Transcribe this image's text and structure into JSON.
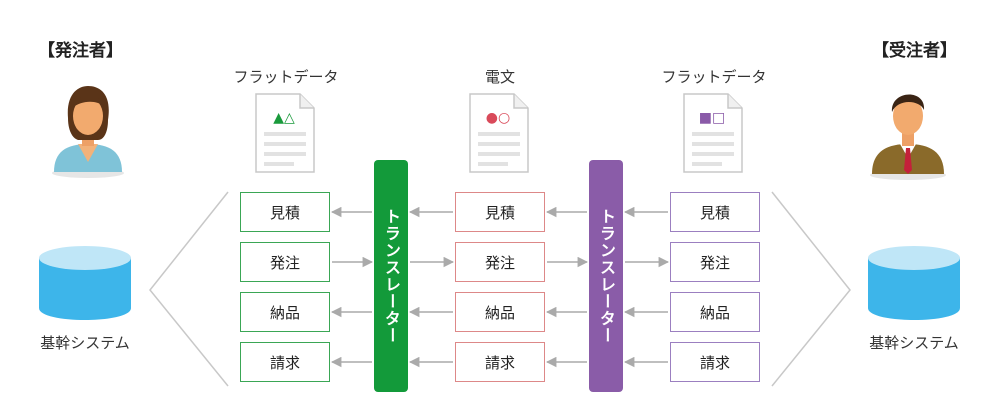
{
  "left_party": {
    "heading": "【発注者】",
    "system_label": "基幹システム"
  },
  "right_party": {
    "heading": "【受注者】",
    "system_label": "基幹システム"
  },
  "documents": {
    "left": {
      "label": "フラットデータ",
      "marks": "▲△",
      "color": "#1a9a3c"
    },
    "center": {
      "label": "電文",
      "marks": "●○",
      "color": "#d94a5a"
    },
    "right": {
      "label": "フラットデータ",
      "marks": "■□",
      "color": "#8a5aa8"
    }
  },
  "translators": {
    "left": {
      "label": "トランスレーター",
      "color": "#139a3a"
    },
    "right": {
      "label": "トランスレーター",
      "color": "#8a5ca8"
    }
  },
  "columns": {
    "left": [
      "見積",
      "発注",
      "納品",
      "請求"
    ],
    "center": [
      "見積",
      "発注",
      "納品",
      "請求"
    ],
    "right": [
      "見積",
      "発注",
      "納品",
      "請求"
    ]
  },
  "flow_directions": [
    "left",
    "right",
    "left",
    "left"
  ],
  "colors": {
    "arrow": "#aaaaaa",
    "db_top": "#bfe6f7",
    "db_body": "#3db5ea",
    "funnel": "#c8c8c8"
  }
}
